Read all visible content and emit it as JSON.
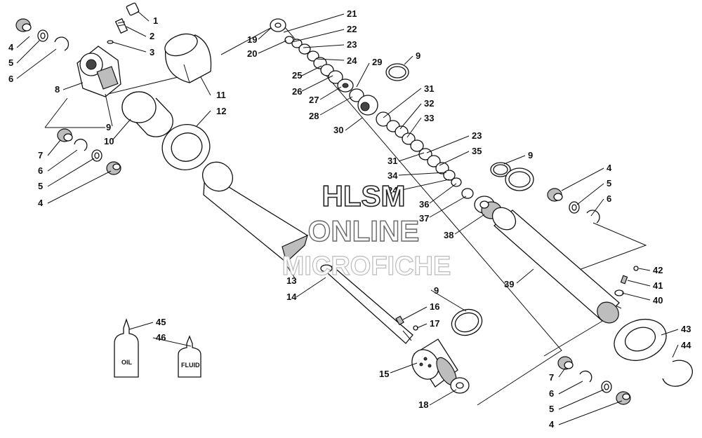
{
  "diagram": {
    "callouts": [
      {
        "n": "1"
      },
      {
        "n": "2"
      },
      {
        "n": "3"
      },
      {
        "n": "4"
      },
      {
        "n": "5"
      },
      {
        "n": "6"
      },
      {
        "n": "8"
      },
      {
        "n": "9"
      },
      {
        "n": "10"
      },
      {
        "n": "11"
      },
      {
        "n": "12"
      },
      {
        "n": "7"
      },
      {
        "n": "6"
      },
      {
        "n": "5"
      },
      {
        "n": "4"
      },
      {
        "n": "19"
      },
      {
        "n": "20"
      },
      {
        "n": "21"
      },
      {
        "n": "22"
      },
      {
        "n": "23"
      },
      {
        "n": "24"
      },
      {
        "n": "25"
      },
      {
        "n": "26"
      },
      {
        "n": "27"
      },
      {
        "n": "28"
      },
      {
        "n": "29"
      },
      {
        "n": "9"
      },
      {
        "n": "30"
      },
      {
        "n": "31"
      },
      {
        "n": "32"
      },
      {
        "n": "33"
      },
      {
        "n": "23"
      },
      {
        "n": "35"
      },
      {
        "n": "31"
      },
      {
        "n": "34"
      },
      {
        "n": "24"
      },
      {
        "n": "36"
      },
      {
        "n": "37"
      },
      {
        "n": "38"
      },
      {
        "n": "9"
      },
      {
        "n": "4"
      },
      {
        "n": "5"
      },
      {
        "n": "6"
      },
      {
        "n": "39"
      },
      {
        "n": "42"
      },
      {
        "n": "41"
      },
      {
        "n": "40"
      },
      {
        "n": "43"
      },
      {
        "n": "44"
      },
      {
        "n": "13"
      },
      {
        "n": "14"
      },
      {
        "n": "9"
      },
      {
        "n": "16"
      },
      {
        "n": "17"
      },
      {
        "n": "15"
      },
      {
        "n": "18"
      },
      {
        "n": "7"
      },
      {
        "n": "6"
      },
      {
        "n": "5"
      },
      {
        "n": "4"
      },
      {
        "n": "45"
      },
      {
        "n": "46"
      }
    ],
    "bottle_labels": {
      "oil": "OIL",
      "fluid": "FLUID"
    },
    "watermark": {
      "line1": "HLSM",
      "line2": "ONLINE",
      "line3": "MICROFICHE"
    }
  }
}
